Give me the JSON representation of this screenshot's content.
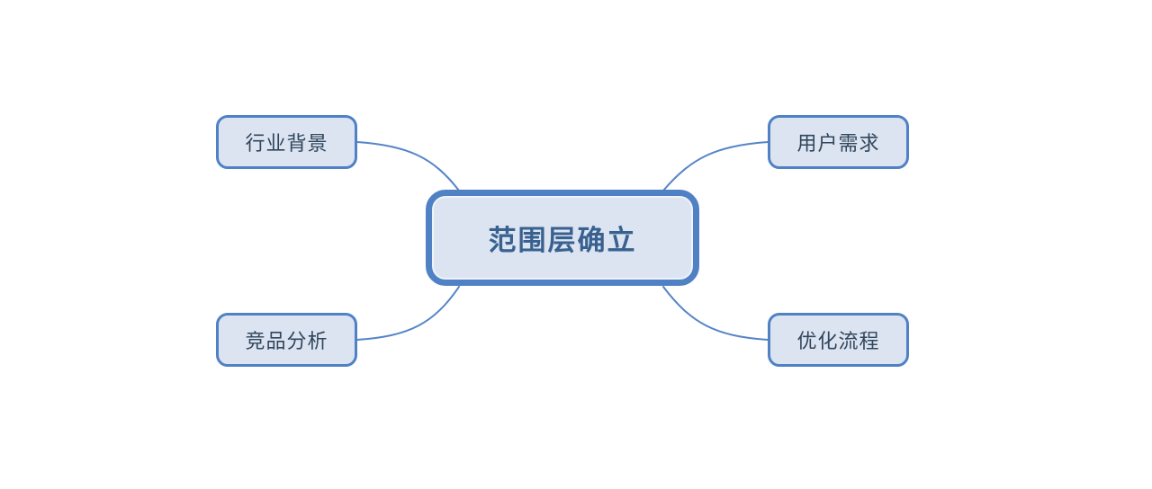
{
  "diagram": {
    "type": "mindmap",
    "root": {
      "label": "范围层确立"
    },
    "branches": [
      {
        "id": "industry-background",
        "label": "行业背景",
        "position": "top-left"
      },
      {
        "id": "user-needs",
        "label": "用户需求",
        "position": "top-right"
      },
      {
        "id": "competitor-analysis",
        "label": "竞品分析",
        "position": "bottom-left"
      },
      {
        "id": "optimize-process",
        "label": "优化流程",
        "position": "bottom-right"
      }
    ],
    "colors": {
      "node_border": "#4f81c4",
      "node_fill": "#dce4f1",
      "root_text": "#38618f",
      "branch_text": "#31455c",
      "connector": "#5585c8",
      "canvas_bg": "#ffffff"
    }
  }
}
